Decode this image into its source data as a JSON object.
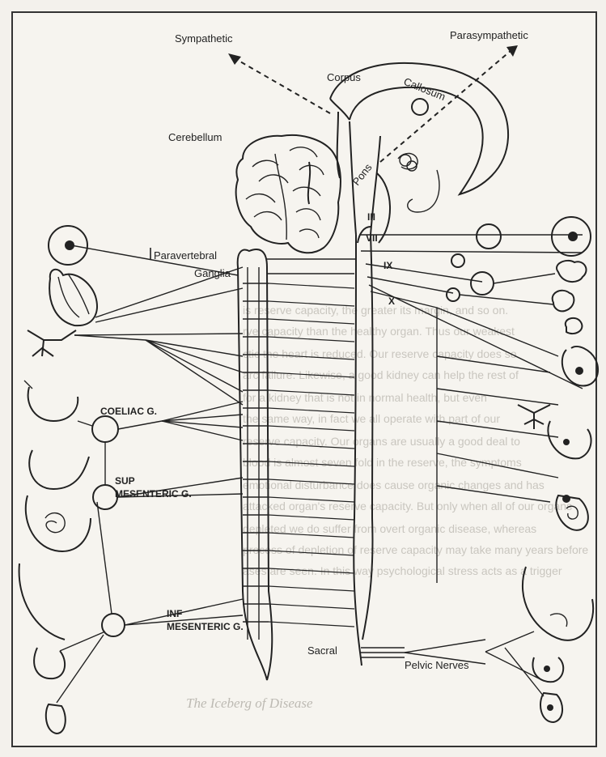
{
  "labels": {
    "sympathetic": "Sympathetic",
    "parasympathetic": "Parasympathetic",
    "corpus": "Corpus",
    "callosum": "Callosum",
    "cerebellum": "Cerebellum",
    "pons": "Pons",
    "cn_iii": "III",
    "cn_vii": "VII",
    "cn_ix": "IX",
    "cn_x": "X",
    "paravertebral": "Paravertebral",
    "ganglia": "Ganglia",
    "coeliac": "COELIAC G.",
    "sup_1": "SUP",
    "sup_2": "MESENTERIC G.",
    "inf_1": "INF",
    "inf_2": "MESENTERIC G.",
    "sacral": "Sacral",
    "pelvic": "Pelvic Nerves"
  },
  "bleed_through": {
    "lines": [
      "is reserve capacity, the greater its margin, and so on.",
      "rve capacity than the healthy organ. Thus our weakest",
      "ctic the heart is reduced. Our reserve capacity does so",
      "arc failure. Likewise, a good kidney can help the rest of",
      "for a kidney that is not in normal health, but even",
      "the same way, in fact we all operate with part of our",
      "reserve capacity. Our organs are usually a good deal to",
      "blood is almost seven fold in the reserve, the symptoms",
      "emotional disturbance does cause organic changes and has",
      "attacked organ's reserve capacity. But only when all of our organs",
      "depleted we do suffer from overt organic disease, whereas",
      "process of depletion of reserve capacity may take many years before",
      "ases are seen. In this way psychological stress acts as a trigger"
    ],
    "caption": "The Iceberg of Disease"
  }
}
